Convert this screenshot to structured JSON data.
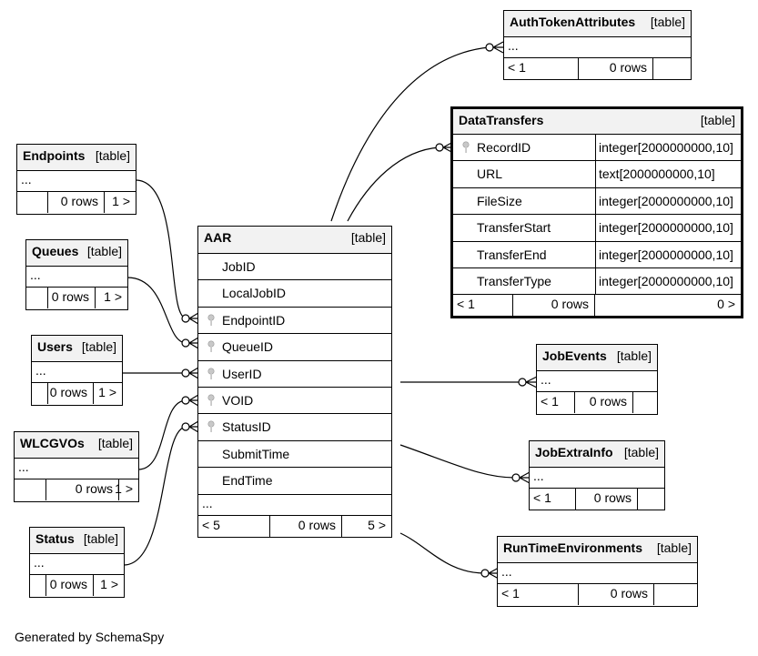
{
  "footer": {
    "generated_by": "Generated by SchemaSpy"
  },
  "tables": {
    "auth": {
      "name": "AuthTokenAttributes",
      "type": "[table]",
      "ellipsis": "...",
      "footer": [
        "< 1",
        "0 rows",
        ""
      ]
    },
    "datatransfers": {
      "name": "DataTransfers",
      "type": "[table]",
      "columns": [
        {
          "name": "RecordID",
          "type": "integer[2000000000,10]"
        },
        {
          "name": "URL",
          "type": "text[2000000000,10]"
        },
        {
          "name": "FileSize",
          "type": "integer[2000000000,10]"
        },
        {
          "name": "TransferStart",
          "type": "integer[2000000000,10]"
        },
        {
          "name": "TransferEnd",
          "type": "integer[2000000000,10]"
        },
        {
          "name": "TransferType",
          "type": "integer[2000000000,10]"
        }
      ],
      "footer": [
        "< 1",
        "0 rows",
        "0 >"
      ]
    },
    "endpoints": {
      "name": "Endpoints",
      "type": "[table]",
      "ellipsis": "...",
      "footer": [
        "",
        "0 rows",
        "1 >"
      ]
    },
    "queues": {
      "name": "Queues",
      "type": "[table]",
      "ellipsis": "...",
      "footer": [
        "",
        "0 rows",
        "1 >"
      ]
    },
    "users": {
      "name": "Users",
      "type": "[table]",
      "ellipsis": "...",
      "footer": [
        "",
        "0 rows",
        "1 >"
      ]
    },
    "wlcgvos": {
      "name": "WLCGVOs",
      "type": "[table]",
      "ellipsis": "...",
      "footer": [
        "",
        "0 rows",
        "1 >"
      ]
    },
    "status": {
      "name": "Status",
      "type": "[table]",
      "ellipsis": "...",
      "footer": [
        "",
        "0 rows",
        "1 >"
      ]
    },
    "aar": {
      "name": "AAR",
      "type": "[table]",
      "columns": [
        "JobID",
        "LocalJobID",
        "EndpointID",
        "QueueID",
        "UserID",
        "VOID",
        "StatusID",
        "SubmitTime",
        "EndTime"
      ],
      "ellipsis": "...",
      "footer": [
        "< 5",
        "0 rows",
        "5 >"
      ]
    },
    "jobevents": {
      "name": "JobEvents",
      "type": "[table]",
      "ellipsis": "...",
      "footer": [
        "< 1",
        "0 rows",
        ""
      ]
    },
    "jobextrainfo": {
      "name": "JobExtraInfo",
      "type": "[table]",
      "ellipsis": "...",
      "footer": [
        "< 1",
        "0 rows",
        ""
      ]
    },
    "runtimeenv": {
      "name": "RunTimeEnvironments",
      "type": "[table]",
      "ellipsis": "...",
      "footer": [
        "< 1",
        "0 rows",
        ""
      ]
    }
  }
}
